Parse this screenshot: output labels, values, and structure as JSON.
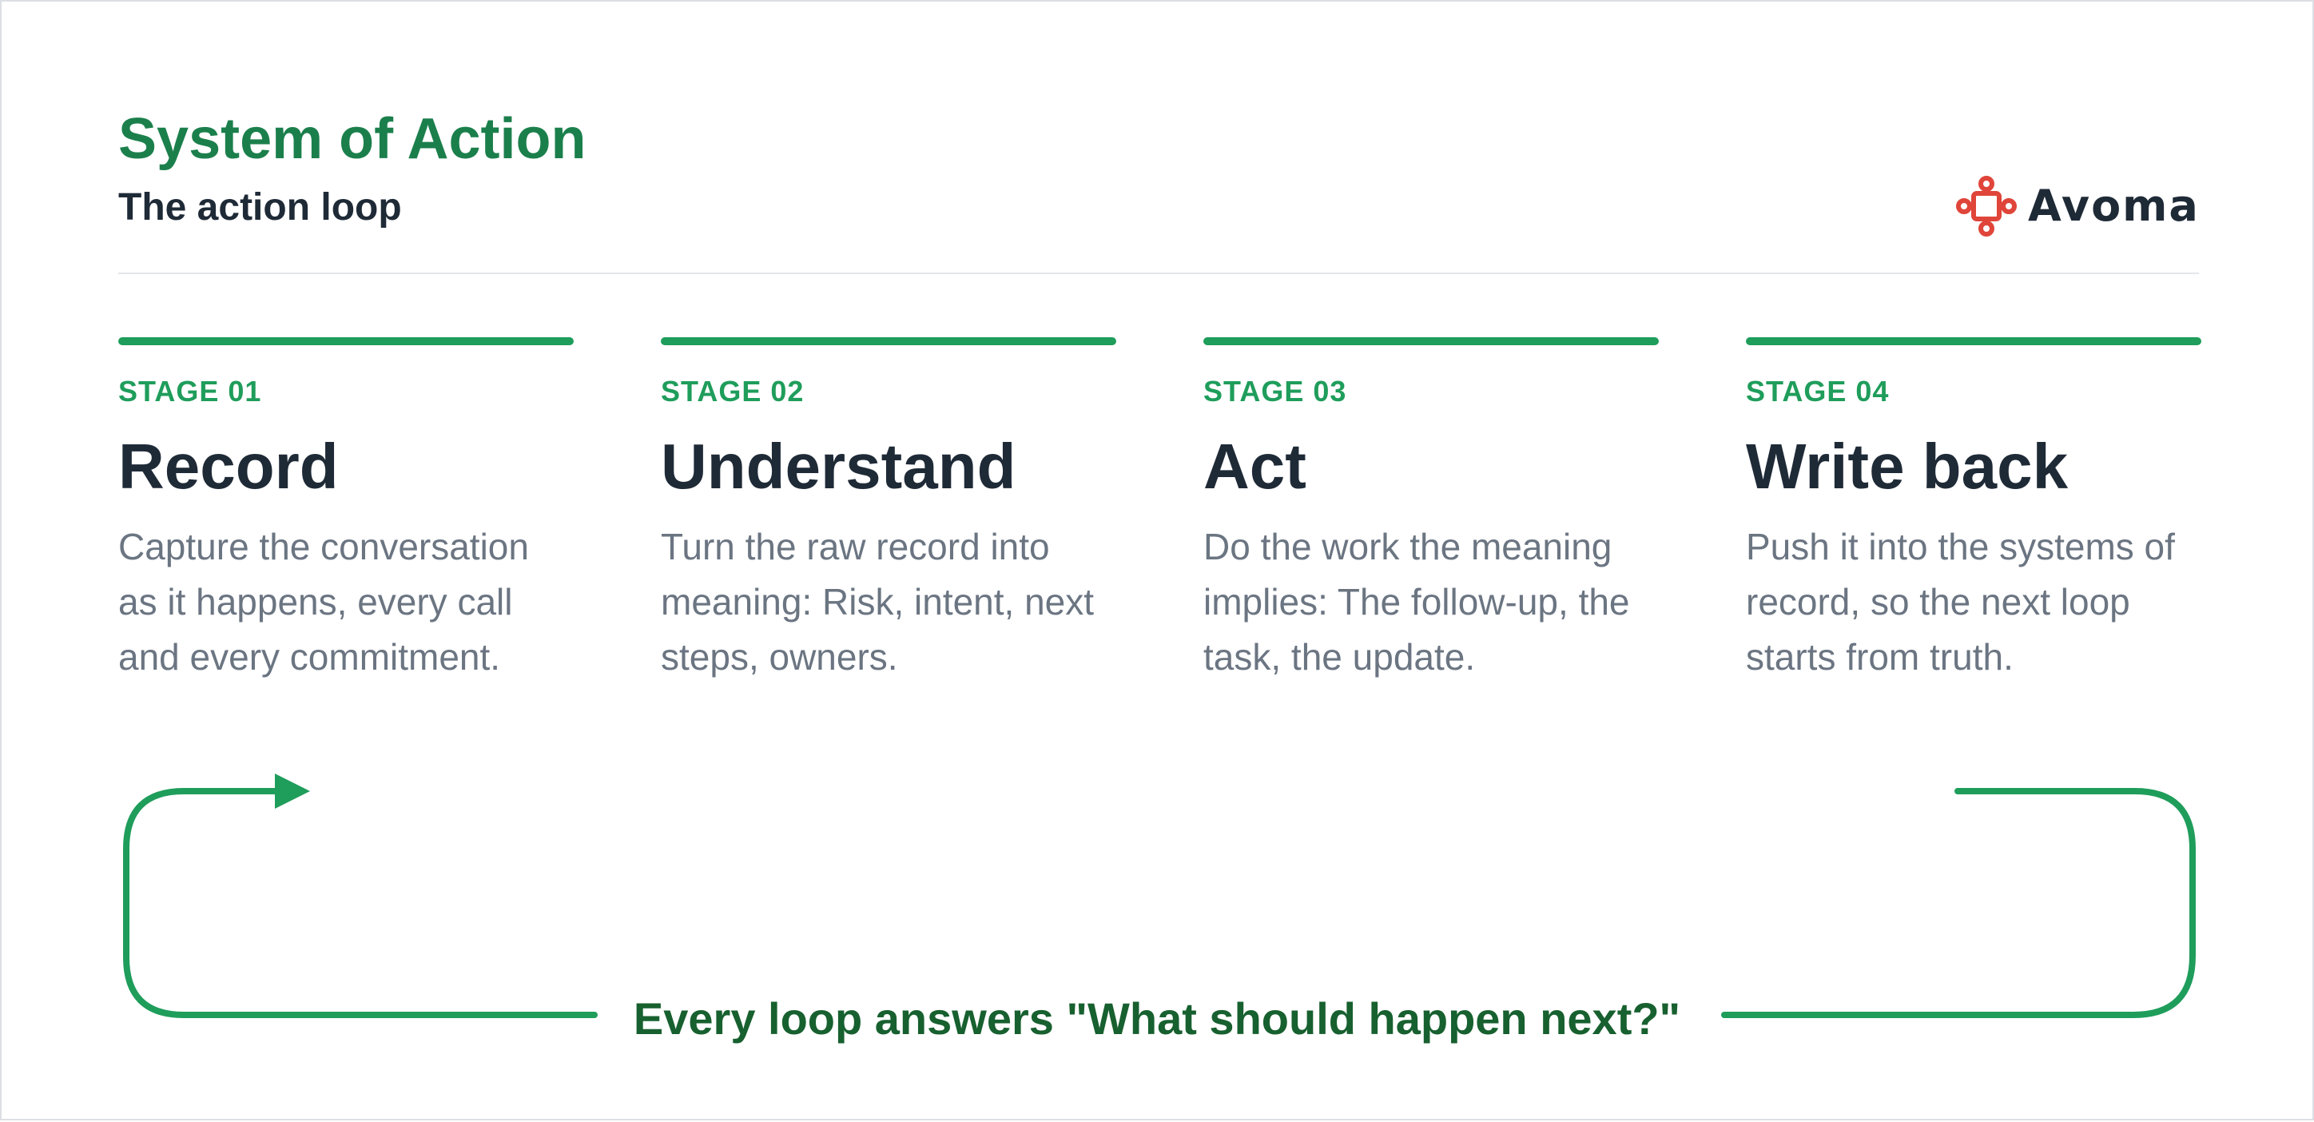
{
  "header": {
    "title": "System of Action",
    "subtitle": "The action loop"
  },
  "logo": {
    "icon": "avoma-logo-icon",
    "wordmark": "Avoma",
    "color": "#e0453a"
  },
  "stages": [
    {
      "label": "STAGE 01",
      "title": "Record",
      "description": "Capture the conversation as it happens, every call and every commitment."
    },
    {
      "label": "STAGE 02",
      "title": "Understand",
      "description": "Turn the raw record into meaning: Risk, intent, next steps, owners."
    },
    {
      "label": "STAGE 03",
      "title": "Act",
      "description": "Do the work the meaning implies: The follow-up, the task, the update."
    },
    {
      "label": "STAGE 04",
      "title": "Write back",
      "description": "Push it into the systems of record, so the next loop starts from truth."
    }
  ],
  "loop": {
    "caption": "Every loop answers \"What should happen next?\"",
    "color": "#1f9d5b"
  },
  "colors": {
    "accent": "#1f9d5b",
    "title": "#1b7f4c",
    "heading": "#1f2a37",
    "body": "#6b7582",
    "caption": "#17602f"
  }
}
